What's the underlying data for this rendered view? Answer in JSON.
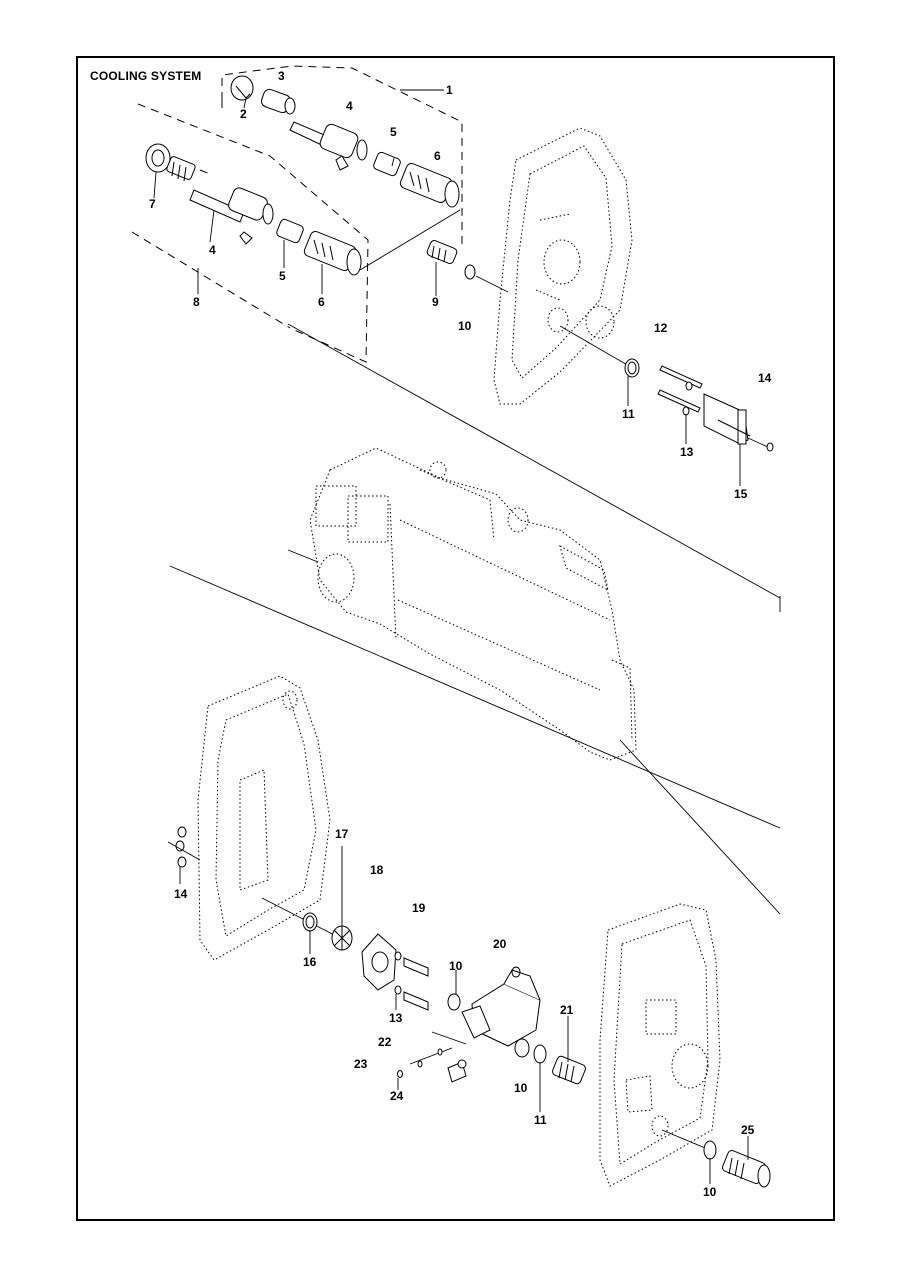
{
  "page": {
    "title": "COOLING SYSTEM"
  },
  "part_labels": [
    "1",
    "2",
    "3",
    "4",
    "5",
    "6",
    "7",
    "4",
    "5",
    "6",
    "8",
    "9",
    "10",
    "11",
    "12",
    "13",
    "14",
    "15",
    "14",
    "16",
    "17",
    "18",
    "19",
    "10",
    "13",
    "20",
    "22",
    "23",
    "24",
    "21",
    "10",
    "11",
    "25",
    "10"
  ]
}
